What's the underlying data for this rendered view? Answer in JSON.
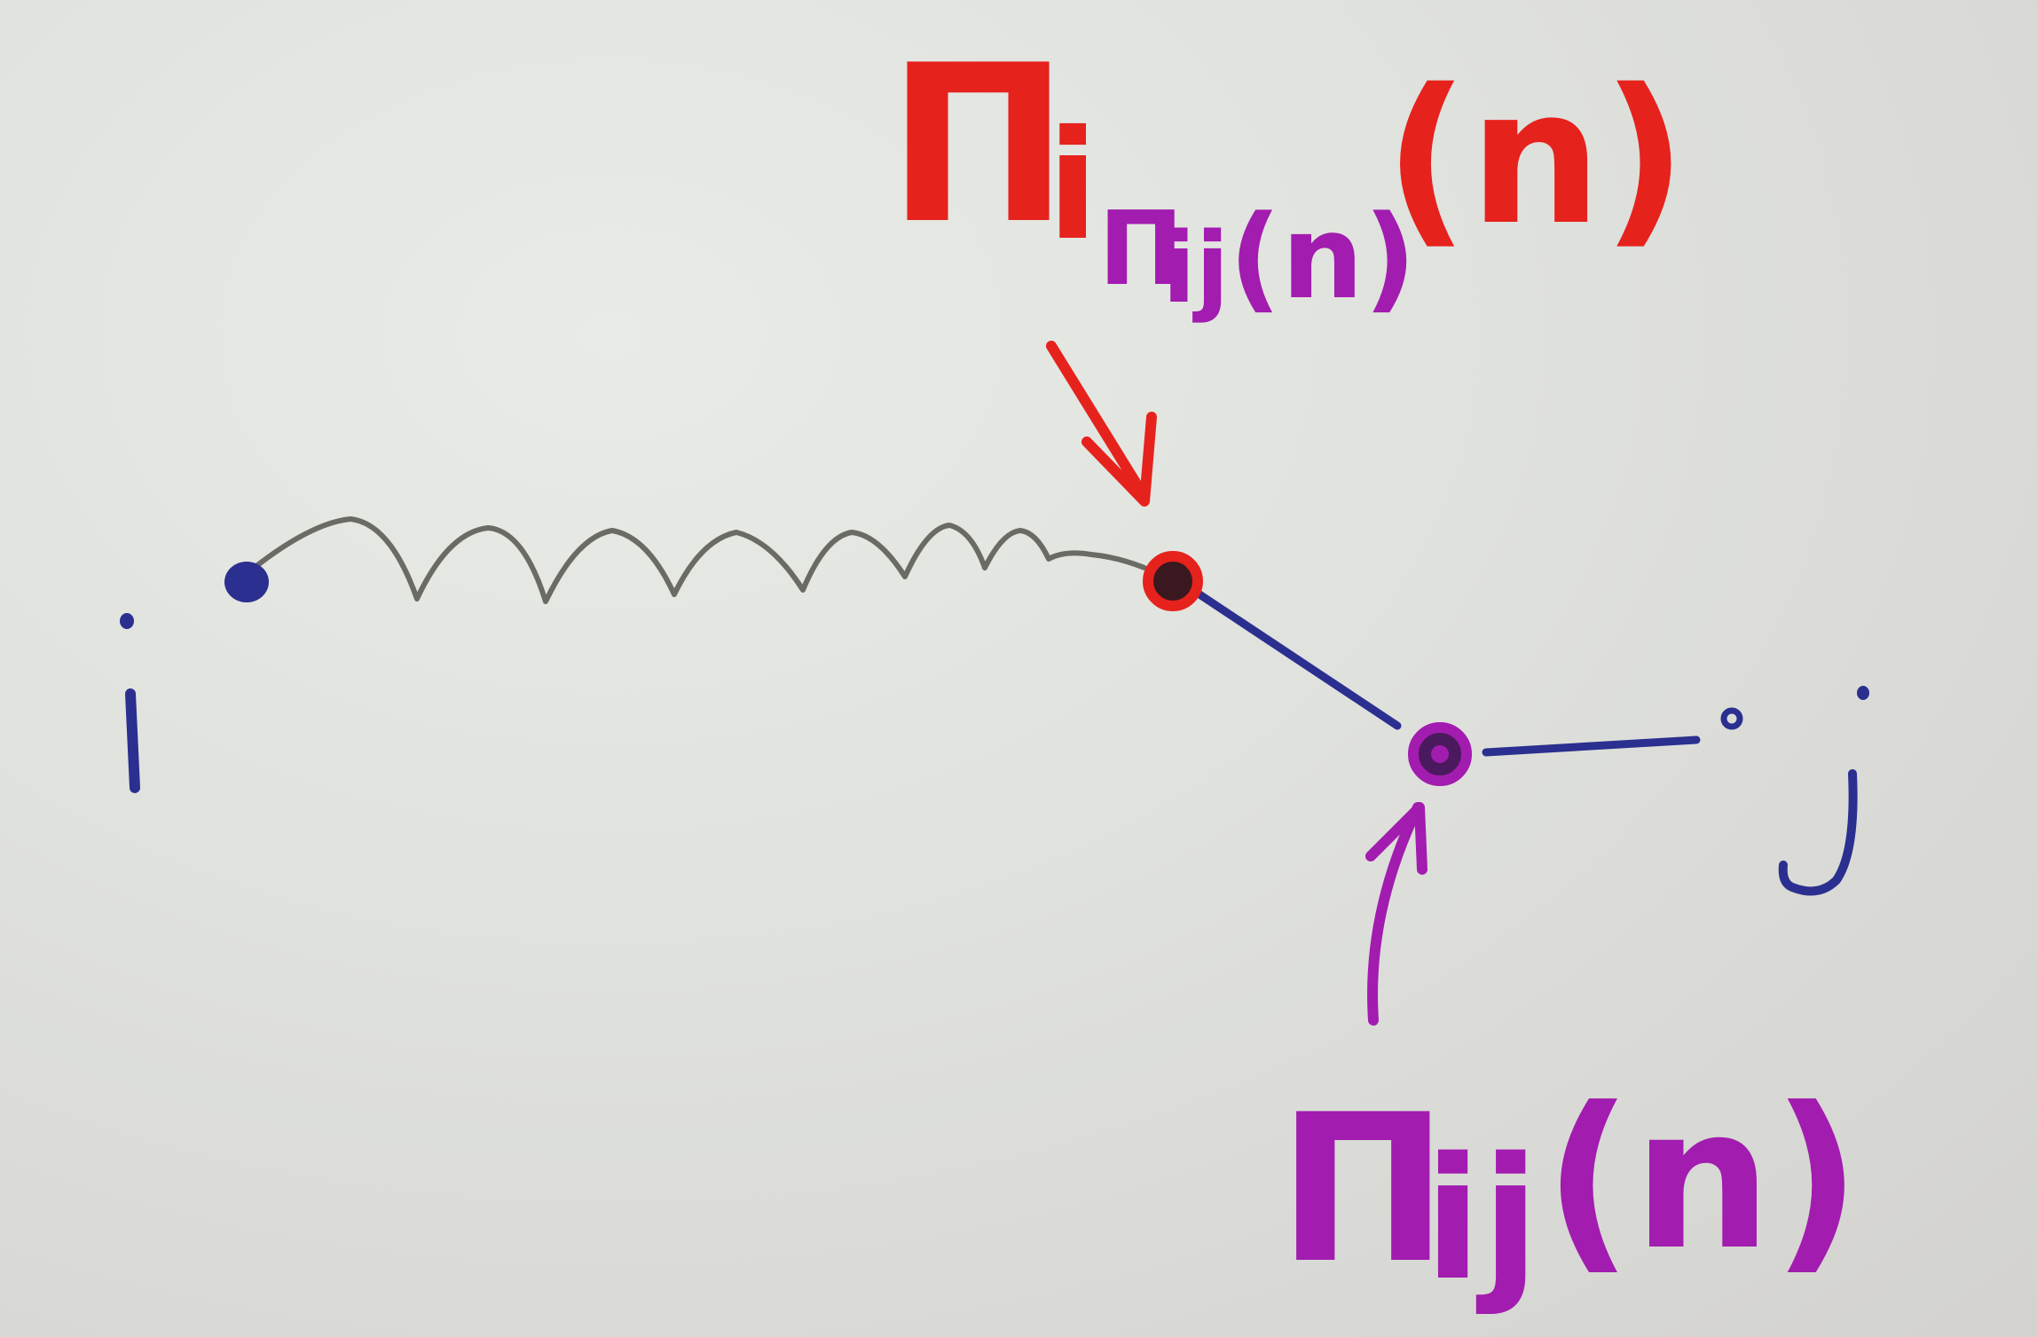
{
  "diagram": {
    "nodes": {
      "start": {
        "label": "i"
      },
      "end": {
        "label": "j"
      }
    },
    "annotations": {
      "top": {
        "main": "Π",
        "sub_i": "i",
        "nested_pi": "Π",
        "nested_sub": "ij",
        "nested_arg": "(n)",
        "arg": "(n)"
      },
      "bottom": {
        "main": "Π",
        "sub": "ij",
        "arg": "(n)"
      }
    },
    "colors": {
      "blue": "#2b2f8f",
      "red": "#e6221d",
      "purple": "#a21caf",
      "gray": "#6b6b66"
    }
  }
}
